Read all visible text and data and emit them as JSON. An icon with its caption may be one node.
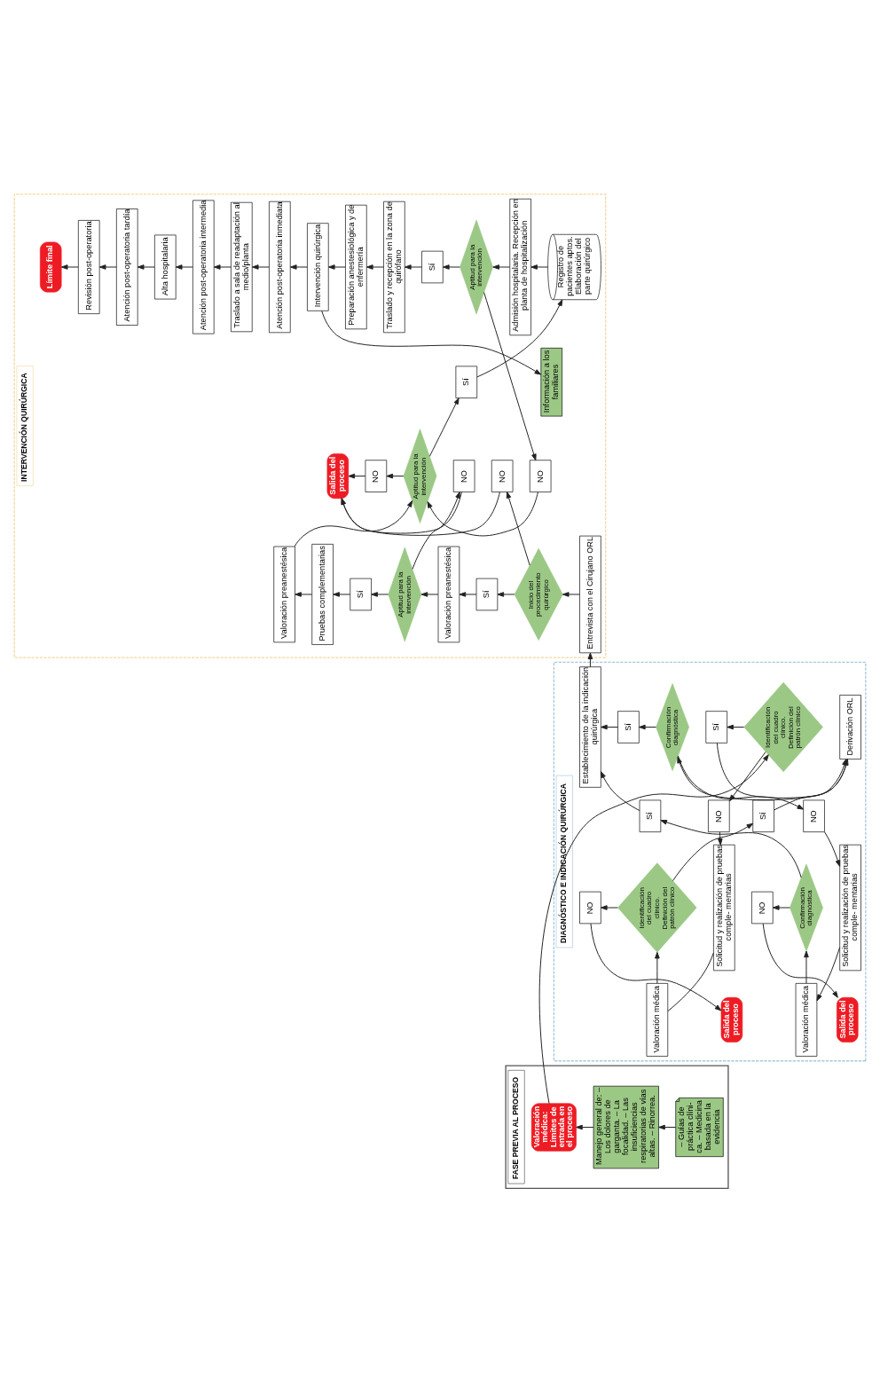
{
  "diagram": {
    "nodes": [
      {
        "text": [
          "FASE PREVIA AL PROCESO"
        ]
      },
      {
        "text": [
          "Valoración médica: Límites de entrada en el proceso"
        ],
        "in": 0
      },
      {
        "text": [
          "Manejo general de: – Los dolores de garganta. – La focalidad. – Las insuficiencias respiratorias de vías altas. – Rinorrea."
        ],
        "in": 0
      },
      {
        "text": [
          "– Guías de práctica clíni- ca. – Medicina basada en la evidencia"
        ],
        "in": 0
      },
      {
        "text": [
          "DIAGNÓSTICO E INDICACIÓN QUIRÚRGICA"
        ]
      },
      {
        "text": [
          "Identificación del cuadro clínico. Definición del patrón clínico"
        ],
        "in": 4
      },
      {
        "text": [
          "Sí"
        ],
        "in": 4
      },
      {
        "text": [
          "NO"
        ],
        "in": 4
      },
      {
        "text": [
          "Derivación ORL"
        ],
        "in": 4
      },
      {
        "text": [
          "Solicitud y realización de pruebas comple- mentarias"
        ],
        "in": 4
      },
      {
        "text": [
          "Valoración médica"
        ],
        "in": 4
      },
      {
        "text": [
          "Identificación del cuadro clínico. Definición del patrón clínico"
        ],
        "in": 4
      },
      {
        "text": [
          "Sí"
        ],
        "in": 4
      },
      {
        "text": [
          "NO"
        ],
        "in": 4
      },
      {
        "text": [
          "Salida del proceso"
        ],
        "in": 4
      },
      {
        "text": [
          "Confirmación diagnóstica"
        ],
        "in": 4
      },
      {
        "text": [
          "Sí"
        ],
        "in": 4
      },
      {
        "text": [
          "NO"
        ],
        "in": 4
      },
      {
        "text": [
          "Establecimiento de la indicación quirúrgica"
        ],
        "in": 4
      },
      {
        "text": [
          "Solicitud y realización de pruebas comple- mentarias"
        ],
        "in": 4
      },
      {
        "text": [
          "Valoración médica"
        ],
        "in": 4
      },
      {
        "text": [
          "Confirmación diagnóstica"
        ],
        "in": 4
      },
      {
        "text": [
          "Sí"
        ],
        "in": 4
      },
      {
        "text": [
          "NO"
        ],
        "in": 4
      },
      {
        "text": [
          "Salida del proceso"
        ],
        "in": 4
      },
      {
        "text": [
          "INTERVENCIÓN QUIRÚRGICA"
        ]
      },
      {
        "text": [
          "Entrevista con el Cirujano ORL"
        ],
        "in": 25
      },
      {
        "text": [
          "Inicio del procedimiento quirúrgico"
        ],
        "in": 25
      },
      {
        "text": [
          "Sí"
        ],
        "in": 25
      },
      {
        "text": [
          "NO"
        ],
        "in": 25
      },
      {
        "text": [
          "Valoración preanestésica"
        ],
        "in": 25
      },
      {
        "text": [
          "Aptitud para la intervención"
        ],
        "in": 25
      },
      {
        "text": [
          "NO"
        ],
        "in": 25
      },
      {
        "text": [
          "Salida del proceso"
        ],
        "in": 25
      },
      {
        "text": [
          "Sí"
        ],
        "in": 25
      },
      {
        "text": [
          "Pruebas complementarias"
        ],
        "in": 25
      },
      {
        "text": [
          "Valoración preanestésica"
        ],
        "in": 25
      },
      {
        "text": [
          "Aptitud para la intervención"
        ],
        "in": 25
      },
      {
        "text": [
          "Sí"
        ],
        "in": 25
      },
      {
        "text": [
          "NO"
        ],
        "in": 25
      },
      {
        "text": [
          "Registro de pacientes aptos. Elaboración del parte quirúrgico"
        ],
        "in": 25
      },
      {
        "text": [
          "Admisión hospitalaria. Recepción en planta de hospitalización"
        ],
        "in": 25
      },
      {
        "text": [
          "Aptitud para la intervención"
        ],
        "in": 25
      },
      {
        "text": [
          "Sí"
        ],
        "in": 25
      },
      {
        "text": [
          "NO"
        ],
        "in": 25
      },
      {
        "text": [
          "Traslado y recepción en la zona de quirófano"
        ],
        "in": 25
      },
      {
        "text": [
          "Preparación anestesiológica y de enfermería"
        ],
        "in": 25
      },
      {
        "text": [
          "Intervención quirúrgica"
        ],
        "in": 25
      },
      {
        "text": [
          "Información a los familiares"
        ],
        "in": 25
      },
      {
        "text": [
          "Atención post-operatoria inmediata"
        ],
        "in": 25
      },
      {
        "text": [
          "Traslado a sala de readaptación al medio/planta"
        ],
        "in": 25
      },
      {
        "text": [
          "Atención post-operatoria intermedia"
        ],
        "in": 25
      },
      {
        "text": [
          "Alta hospitalaria"
        ],
        "in": 25
      },
      {
        "text": [
          "Atención post-operatoria tardía"
        ],
        "in": 25
      },
      {
        "text": [
          "Revisión post-operatoria"
        ],
        "in": 25
      },
      {
        "text": [
          "Límite final"
        ],
        "in": 25
      }
    ],
    "edges": [
      {
        "from": 3,
        "to": 2,
        "arrow": "to"
      },
      {
        "from": 2,
        "to": 1,
        "arrow": "to"
      },
      {
        "from": 1,
        "to": 5,
        "arrow": "to"
      },
      {
        "from": 5,
        "to": 6,
        "arrow": "to"
      },
      {
        "from": 5,
        "to": 7,
        "arrow": "to"
      },
      {
        "from": 6,
        "to": 8,
        "arrow": "to"
      },
      {
        "from": 7,
        "to": 9,
        "arrow": "to"
      },
      {
        "from": 9,
        "to": 10,
        "arrow": "none"
      },
      {
        "from": 10,
        "to": 11,
        "arrow": "to"
      },
      {
        "from": 11,
        "to": 12,
        "arrow": "to"
      },
      {
        "from": 12,
        "to": 8,
        "arrow": "to"
      },
      {
        "from": 11,
        "to": 13,
        "arrow": "to"
      },
      {
        "from": 13,
        "to": 14,
        "arrow": "to"
      },
      {
        "from": 8,
        "to": 15,
        "arrow": "to"
      },
      {
        "from": 15,
        "to": 16,
        "arrow": "to"
      },
      {
        "from": 16,
        "to": 18,
        "arrow": "to"
      },
      {
        "from": 15,
        "to": 17,
        "arrow": "to"
      },
      {
        "from": 17,
        "to": 19,
        "arrow": "to"
      },
      {
        "from": 19,
        "to": 20,
        "arrow": "to"
      },
      {
        "from": 20,
        "to": 21,
        "arrow": "to"
      },
      {
        "from": 21,
        "to": 22,
        "arrow": "to"
      },
      {
        "from": 22,
        "to": 18,
        "arrow": "to"
      },
      {
        "from": 21,
        "to": 23,
        "arrow": "to"
      },
      {
        "from": 23,
        "to": 24,
        "arrow": "to"
      },
      {
        "from": 18,
        "to": 26,
        "arrow": "to"
      },
      {
        "from": 26,
        "to": 27,
        "arrow": "to"
      },
      {
        "from": 27,
        "to": 28,
        "arrow": "to"
      },
      {
        "from": 28,
        "to": 30,
        "arrow": "to"
      },
      {
        "from": 27,
        "to": 29,
        "arrow": "to"
      },
      {
        "from": 29,
        "to": 33,
        "arrow": "to"
      },
      {
        "from": 30,
        "to": 31,
        "arrow": "to"
      },
      {
        "from": 31,
        "to": 34,
        "arrow": "to"
      },
      {
        "from": 34,
        "to": 35,
        "arrow": "to"
      },
      {
        "from": 35,
        "to": 36,
        "arrow": "to"
      },
      {
        "from": 31,
        "to": 32,
        "arrow": "to"
      },
      {
        "from": 32,
        "to": 33,
        "arrow": "to"
      },
      {
        "from": 36,
        "to": 37,
        "arrow": "to"
      },
      {
        "from": 37,
        "to": 38,
        "arrow": "to"
      },
      {
        "from": 38,
        "to": 40,
        "arrow": "to"
      },
      {
        "from": 37,
        "to": 39,
        "arrow": "to"
      },
      {
        "from": 39,
        "to": 33,
        "arrow": "to"
      },
      {
        "from": 40,
        "to": 41,
        "arrow": "to"
      },
      {
        "from": 41,
        "to": 42,
        "arrow": "to"
      },
      {
        "from": 42,
        "to": 43,
        "arrow": "to"
      },
      {
        "from": 43,
        "to": 45,
        "arrow": "to"
      },
      {
        "from": 42,
        "to": 44,
        "arrow": "to"
      },
      {
        "from": 44,
        "to": 37,
        "arrow": "to"
      },
      {
        "from": 45,
        "to": 46,
        "arrow": "to"
      },
      {
        "from": 46,
        "to": 47,
        "arrow": "to"
      },
      {
        "from": 47,
        "to": 48,
        "arrow": "to"
      },
      {
        "from": 47,
        "to": 49,
        "arrow": "to"
      },
      {
        "from": 49,
        "to": 50,
        "arrow": "to"
      },
      {
        "from": 50,
        "to": 51,
        "arrow": "to"
      },
      {
        "from": 51,
        "to": 52,
        "arrow": "to"
      },
      {
        "from": 52,
        "to": 53,
        "arrow": "to"
      },
      {
        "from": 53,
        "to": 54,
        "arrow": "to"
      },
      {
        "from": 54,
        "to": 55,
        "arrow": "to"
      }
    ]
  }
}
